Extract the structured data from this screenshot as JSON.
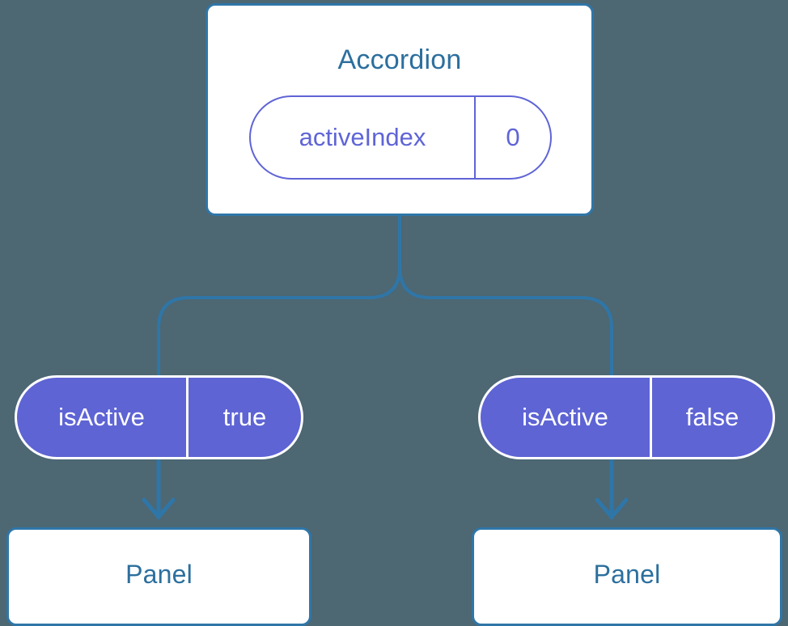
{
  "diagram": {
    "type": "component-state-tree",
    "background_color": "#4d6773",
    "accent_blue": "#2f76a8",
    "title_blue": "#2c6f9e",
    "state_purple": "#5e64d4",
    "pill_outline_purple": "#5f64d6",
    "card_background": "#ffffff"
  },
  "root": {
    "label": "Accordion",
    "state": {
      "key": "activeIndex",
      "value": "0"
    }
  },
  "branches": [
    {
      "side": "left",
      "prop": {
        "key": "isActive",
        "value": "true"
      },
      "child": {
        "label": "Panel"
      }
    },
    {
      "side": "right",
      "prop": {
        "key": "isActive",
        "value": "false"
      },
      "child": {
        "label": "Panel"
      }
    }
  ],
  "connectors": {
    "stroke_color": "#2f76a8",
    "stroke_width": 4,
    "arrow_style": "chevron"
  }
}
